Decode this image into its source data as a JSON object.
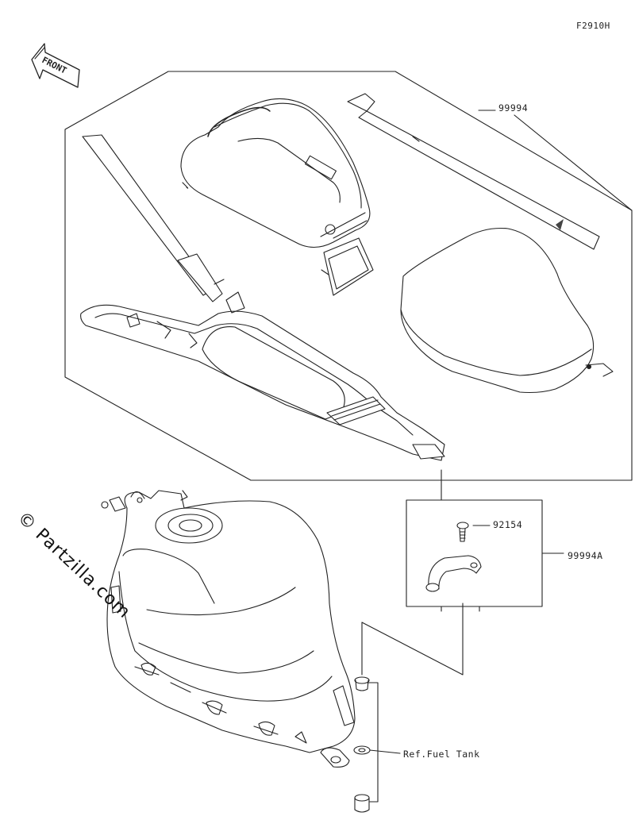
{
  "figure_code": "F2910H",
  "front_arrow": {
    "text": "FRONT",
    "icon": "front-arrow-icon"
  },
  "watermark": "© Partzilla.com",
  "callouts": {
    "kit": "99994",
    "bolt": "92154",
    "bracket_kit": "99994A",
    "reference": "Ref.Fuel Tank"
  },
  "colors": {
    "line": "#222222",
    "background": "#ffffff"
  }
}
